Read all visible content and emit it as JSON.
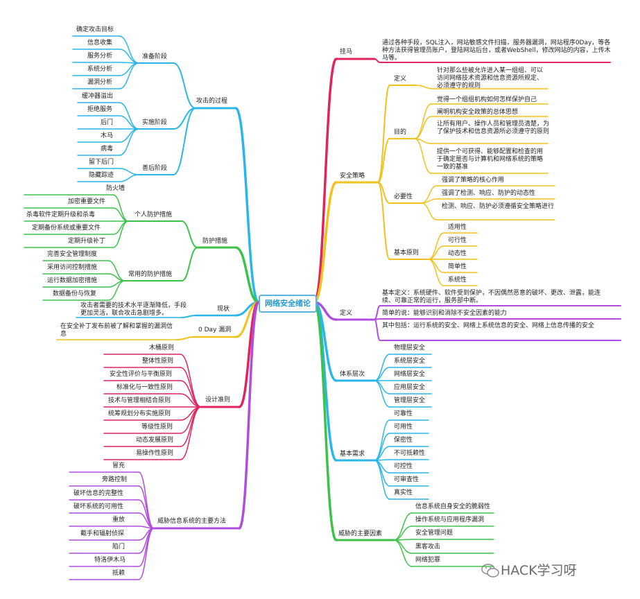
{
  "center": "网络安全绪论",
  "colors": {
    "blue": "#29b6e8",
    "green": "#3cc24a",
    "pink": "#e0245e",
    "yellow": "#f2c11b",
    "purple": "#b04ce0",
    "center_border": "#5ab4e0"
  },
  "left": {
    "attack_process": {
      "label": "攻击的过程",
      "prep": {
        "label": "准备阶段",
        "items": [
          "确定攻击目标",
          "信息收集",
          "服务分析",
          "系统分析",
          "漏洞分析"
        ]
      },
      "impl": {
        "label": "实施阶段",
        "items": [
          "缓冲器溢出",
          "拒绝服务",
          "后门",
          "木马",
          "病毒"
        ]
      },
      "after": {
        "label": "善后阶段",
        "items": [
          "留下后门",
          "隐藏踪迹"
        ]
      }
    },
    "protection": {
      "label": "防护措施",
      "personal": {
        "label": "个人防护措施",
        "items": [
          "防火墙",
          "加密重要文件",
          "杀毒软件定期升级和杀毒",
          "定期备份系统或重要文件",
          "定期升级补丁"
        ]
      },
      "common": {
        "label": "常用的防护措施",
        "items": [
          "完善安全管理制度",
          "采用访问控制措施",
          "运行数据加密措施",
          "数据备份与恢复"
        ]
      }
    },
    "status": {
      "label": "现状",
      "text": "攻击者需要的技术水平逐渐降低，手段更加灵活，联合攻击急剧增多。"
    },
    "zeroday": {
      "label": "0 Day 漏洞",
      "text": "在安全补丁发布前被了解和掌握的漏洞信息"
    },
    "design": {
      "label": "设计准则",
      "items": [
        "木桶原则",
        "整体性原则",
        "安全性评价与平衡原则",
        "标准化与一致性原则",
        "技术与管理相结合原则",
        "统筹规划分布实施原则",
        "等级性原则",
        "动态发展原则",
        "易操作性原则"
      ]
    },
    "threat": {
      "label": "威胁信息系统的主要方法",
      "items": [
        "冒充",
        "旁路控制",
        "破坏信息的完整性",
        "破坏系统的可用性",
        "重放",
        "截手和辐射侦探",
        "陷门",
        "特洛伊木马",
        "抵赖"
      ]
    }
  },
  "right": {
    "trojan": {
      "label": "挂马",
      "text": "通过各种手段，SQL注入，网站敏感文件扫描，服务器漏洞，网站程序0Day，等各种方法获得管理员账户，登陆网站后台，或者WebShell，修改网站的内容，上传木马等。"
    },
    "policy": {
      "label": "安全策略",
      "definition": {
        "label": "定义",
        "text": "针对那么些被允许进入某一组组、可以访问网络技术资源和信息资源所规定、必须遵守的规则"
      },
      "purpose": {
        "label": "目的",
        "items": [
          "觉得一个组组机构如何怎样保护自己",
          "阐明机构安全政策的总体思想",
          "让所有用户、操作人员和管理员清楚，为了保护技术和信息资源所必须遵守的原则",
          "提供一个可获得、能够配置和检查的用于确定是否与计算机和网络系统的策略一致的基准"
        ]
      },
      "necessity": {
        "label": "必要性",
        "items": [
          "强调了策略的核心作用",
          "强调了检测、响应、防护的动态性",
          "检测、响应、防护必须遵循安全策略进行"
        ]
      },
      "principles": {
        "label": "基本原则",
        "items": [
          "适用性",
          "可行性",
          "动态性",
          "简单性",
          "系统性"
        ]
      }
    },
    "definition": {
      "label": "定义",
      "items": [
        "基本定义：系统硬件、软件受到保护，不因偶然恶意的破坏、更改、泄露，能连续、可靠正常的运行，服务部中断。",
        "简单的说：能够识别和消除不安全因素的能力",
        "其中包括：运行系统的安全、网络上系统信息的安全、网络上信息传播的安全"
      ]
    },
    "layers": {
      "label": "体系层次",
      "items": [
        "物理层安全",
        "系统层安全",
        "网络层安全",
        "应用层安全",
        "管理层安全"
      ]
    },
    "needs": {
      "label": "基本需求",
      "items": [
        "可靠性",
        "可用性",
        "保密性",
        "不可抵赖性",
        "可控性",
        "可审查性",
        "真实性"
      ]
    },
    "factors": {
      "label": "威胁的主要因素",
      "items": [
        "信息系统自身安全的脆弱性",
        "操作系统与应用程序漏洞",
        "安全管理问题",
        "黑客攻击",
        "网络犯罪"
      ]
    }
  },
  "watermark": "HACK学习呀"
}
